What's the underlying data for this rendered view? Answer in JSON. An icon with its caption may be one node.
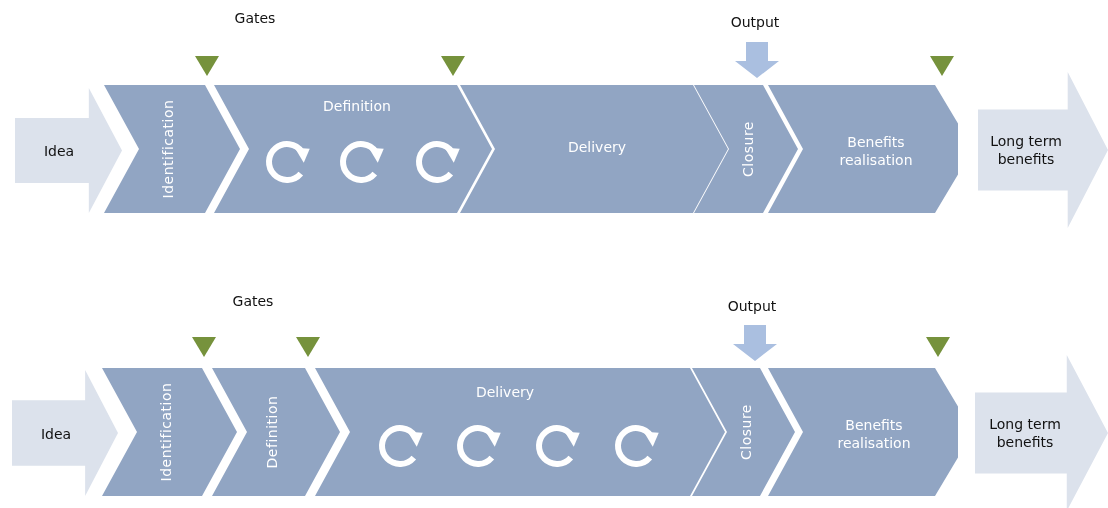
{
  "diagram": {
    "nodes": [
      {
        "text": [
          "Idea"
        ]
      },
      {
        "text": [
          "Identification"
        ]
      },
      {
        "text": [
          "Definition"
        ]
      },
      {
        "text": [
          "Delivery"
        ]
      },
      {
        "text": [
          "Closure"
        ]
      },
      {
        "text": [
          "Benefits realisation"
        ]
      },
      {
        "text": [
          "Long term benefits"
        ]
      },
      {
        "text": [
          "Idea"
        ]
      },
      {
        "text": [
          "Identification"
        ]
      },
      {
        "text": [
          "Definition"
        ]
      },
      {
        "text": [
          "Delivery"
        ]
      },
      {
        "text": [
          "Closure"
        ]
      },
      {
        "text": [
          "Benefits realisation"
        ]
      },
      {
        "text": [
          "Long term benefits"
        ]
      }
    ],
    "labels": [
      "Gates",
      "Output",
      "Gates",
      "Output"
    ]
  }
}
